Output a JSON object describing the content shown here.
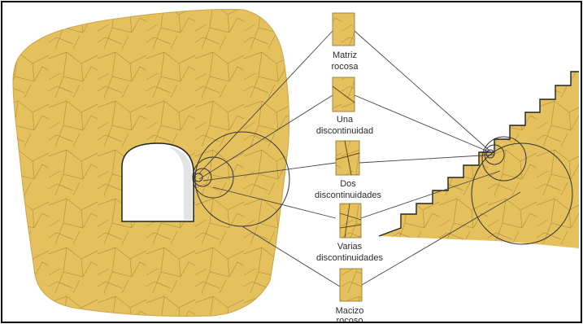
{
  "colors": {
    "rock_fill": "#e5c15e",
    "rock_crack": "#a07f2f",
    "line": "#444444",
    "tunnel_opening": "#ffffff",
    "frame": "#000000"
  },
  "samples": [
    {
      "id": "matriz",
      "line1": "Matriz",
      "line2": "rocosa"
    },
    {
      "id": "una",
      "line1": "Una",
      "line2": "discontinuidad"
    },
    {
      "id": "dos",
      "line1": "Dos",
      "line2": "discontinuidades"
    },
    {
      "id": "varias",
      "line1": "Varias",
      "line2": "discontinuidades"
    },
    {
      "id": "macizo",
      "line1": "Macizo",
      "line2": "rocoso"
    }
  ]
}
